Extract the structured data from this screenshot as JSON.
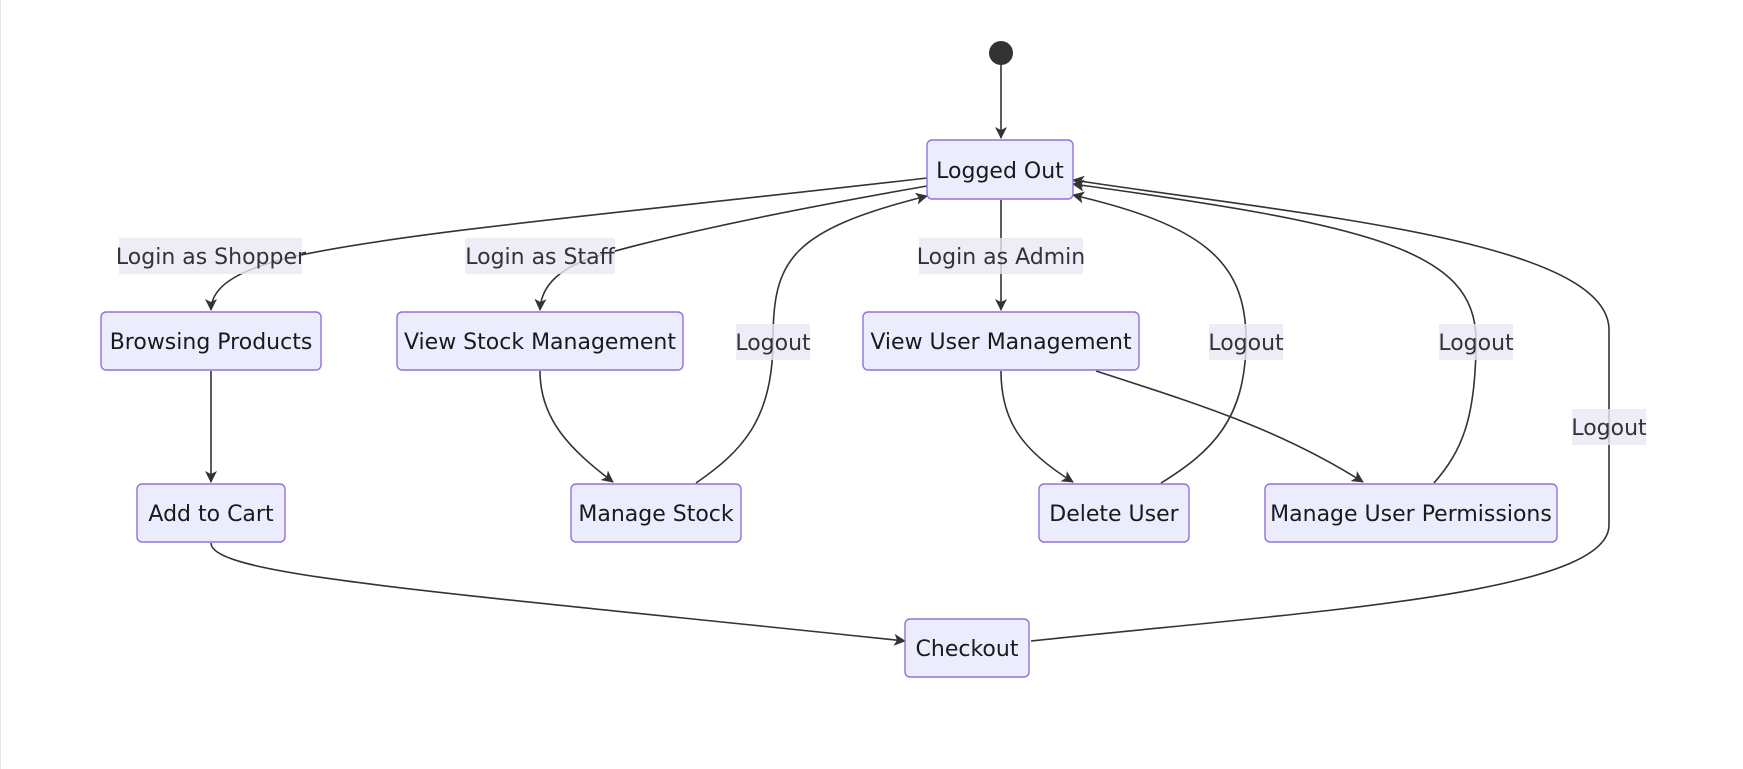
{
  "diagram": {
    "type": "state-diagram",
    "colors": {
      "state_fill": "#ececff",
      "state_border": "#9370db",
      "edge": "#333333",
      "start_marker": "#333333",
      "label_background": "#e8e8f5"
    },
    "start": "start",
    "states": {
      "logged_out": "Logged Out",
      "browsing_products": "Browsing Products",
      "view_stock_management": "View Stock Management",
      "view_user_management": "View User Management",
      "add_to_cart": "Add to Cart",
      "manage_stock": "Manage Stock",
      "delete_user": "Delete User",
      "manage_user_permissions": "Manage User Permissions",
      "checkout": "Checkout"
    },
    "transitions": [
      {
        "from": "start",
        "to": "logged_out",
        "label": ""
      },
      {
        "from": "logged_out",
        "to": "browsing_products",
        "label": "Login as Shopper"
      },
      {
        "from": "logged_out",
        "to": "view_stock_management",
        "label": "Login as Staff"
      },
      {
        "from": "logged_out",
        "to": "view_user_management",
        "label": "Login as Admin"
      },
      {
        "from": "browsing_products",
        "to": "add_to_cart",
        "label": ""
      },
      {
        "from": "add_to_cart",
        "to": "checkout",
        "label": ""
      },
      {
        "from": "checkout",
        "to": "logged_out",
        "label": "Logout"
      },
      {
        "from": "view_stock_management",
        "to": "manage_stock",
        "label": ""
      },
      {
        "from": "manage_stock",
        "to": "logged_out",
        "label": "Logout"
      },
      {
        "from": "view_user_management",
        "to": "delete_user",
        "label": ""
      },
      {
        "from": "view_user_management",
        "to": "manage_user_permissions",
        "label": ""
      },
      {
        "from": "delete_user",
        "to": "logged_out",
        "label": "Logout"
      },
      {
        "from": "manage_user_permissions",
        "to": "logged_out",
        "label": "Logout"
      }
    ]
  }
}
